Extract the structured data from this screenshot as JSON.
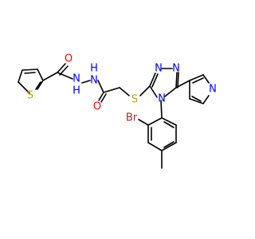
{
  "colors": {
    "background": "#ffffff",
    "bond": "#000000",
    "oxygen": "#ff0000",
    "nitrogen": "#0000ff",
    "sulfur": "#c8a400",
    "bromine": "#a52a2a"
  },
  "atom_labels": {
    "o_top": "O",
    "nh_1": "N",
    "h_1": "H",
    "nh_2": "N",
    "h_2": "H",
    "o_bottom": "O",
    "s_thiophene": "S",
    "s_thioether": "S",
    "n_triazole_1": "N",
    "n_triazole_2": "N",
    "n_triazole_3": "N",
    "n_pyridine": "N",
    "br": "Br"
  }
}
